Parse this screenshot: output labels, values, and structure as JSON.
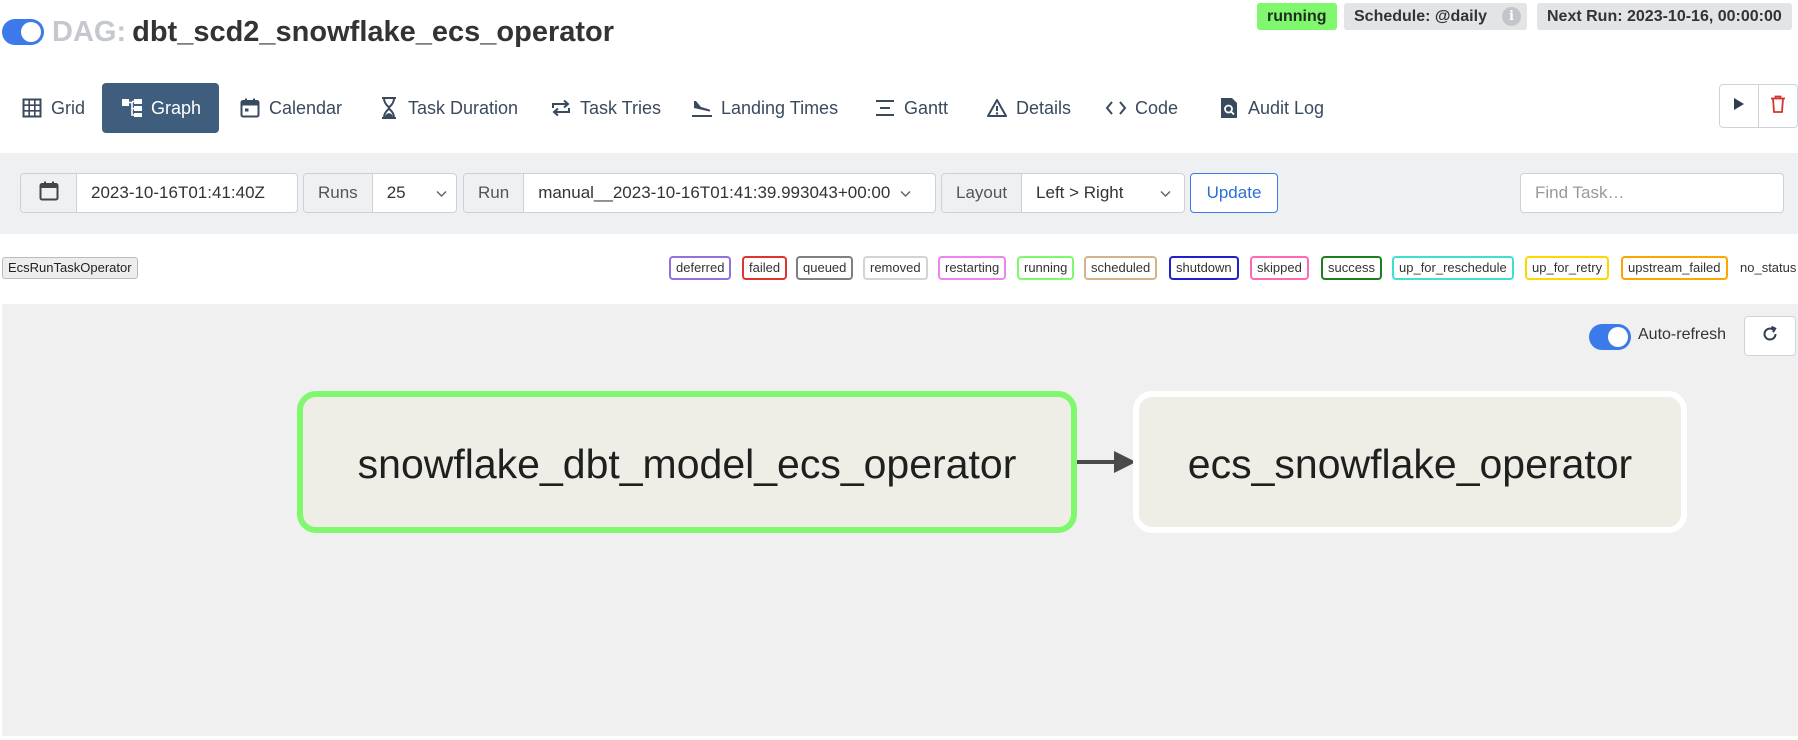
{
  "header": {
    "dag_prefix": "DAG:",
    "dag_name": "dbt_scd2_snowflake_ecs_operator",
    "status": "running",
    "schedule": "Schedule: @daily",
    "next_run": "Next Run: 2023-10-16, 00:00:00",
    "info_glyph": "i"
  },
  "tabs": [
    {
      "label": "Grid",
      "icon": "grid-icon"
    },
    {
      "label": "Graph",
      "icon": "graph-icon",
      "active": true
    },
    {
      "label": "Calendar",
      "icon": "calendar-icon"
    },
    {
      "label": "Task Duration",
      "icon": "hourglass-icon"
    },
    {
      "label": "Task Tries",
      "icon": "repeat-icon"
    },
    {
      "label": "Landing Times",
      "icon": "plane-landing-icon"
    },
    {
      "label": "Gantt",
      "icon": "gantt-icon"
    },
    {
      "label": "Details",
      "icon": "warning-triangle-icon"
    },
    {
      "label": "Code",
      "icon": "code-icon"
    },
    {
      "label": "Audit Log",
      "icon": "audit-file-icon"
    }
  ],
  "actions": {
    "trigger_icon": "play-icon",
    "delete_icon": "trash-icon"
  },
  "filters": {
    "base_date": "2023-10-16T01:41:40Z",
    "runs_label": "Runs",
    "runs_value": "25",
    "run_label": "Run",
    "run_value": "manual__2023-10-16T01:41:39.993043+00:00",
    "layout_label": "Layout",
    "layout_value": "Left > Right",
    "update_label": "Update",
    "find_placeholder": "Find Task…"
  },
  "operator_label": "EcsRunTaskOperator",
  "legend": [
    {
      "label": "deferred",
      "color": "#9370db"
    },
    {
      "label": "failed",
      "color": "#e0322e"
    },
    {
      "label": "queued",
      "color": "#808080"
    },
    {
      "label": "removed",
      "color": "#d3d3d3"
    },
    {
      "label": "restarting",
      "color": "#ee82ee"
    },
    {
      "label": "running",
      "color": "#7ff86e"
    },
    {
      "label": "scheduled",
      "color": "#d2b48c"
    },
    {
      "label": "shutdown",
      "color": "#2020c8"
    },
    {
      "label": "skipped",
      "color": "#ff69b4"
    },
    {
      "label": "success",
      "color": "#1e7e1e"
    },
    {
      "label": "up_for_reschedule",
      "color": "#40e0d0"
    },
    {
      "label": "up_for_retry",
      "color": "#ffd700"
    },
    {
      "label": "upstream_failed",
      "color": "#ffa500"
    },
    {
      "label": "no_status",
      "color": "none"
    }
  ],
  "graph": {
    "auto_refresh_label": "Auto-refresh",
    "refresh_icon": "refresh-icon",
    "nodes": [
      {
        "label": "snowflake_dbt_model_ecs_operator",
        "state": "running",
        "border_color": "#7ff86e"
      },
      {
        "label": "ecs_snowflake_operator",
        "state": "no_status",
        "border_color": "#ffffff"
      }
    ],
    "edges": [
      {
        "from": "snowflake_dbt_model_ecs_operator",
        "to": "ecs_snowflake_operator"
      }
    ]
  }
}
